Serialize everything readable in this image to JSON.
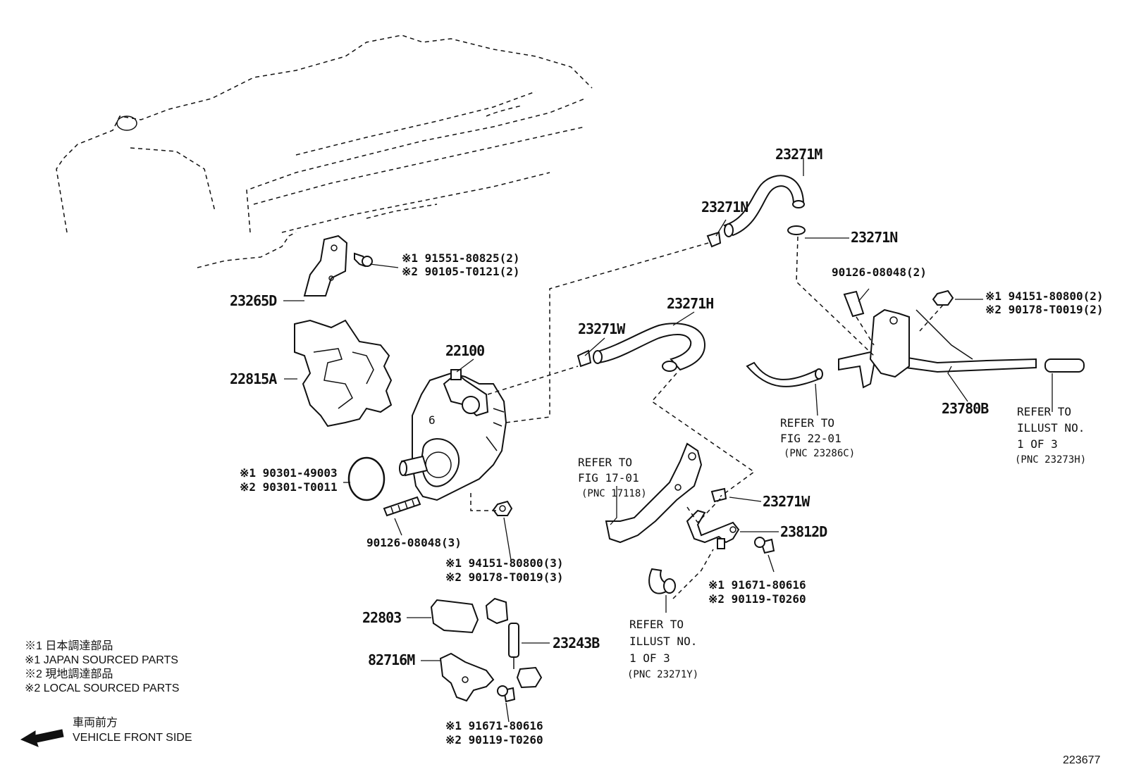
{
  "labels": {
    "p23271M": "23271M",
    "p23271N_a": "23271N",
    "p23271N_b": "23271N",
    "p23271H": "23271H",
    "p23271W_a": "23271W",
    "p23271W_b": "23271W",
    "p23265D": "23265D",
    "p22815A": "22815A",
    "p22100": "22100",
    "p23780B": "23780B",
    "p23812D": "23812D",
    "p22803": "22803",
    "p23243B": "23243B",
    "p82716M": "82716M",
    "p90126_08048_2": "90126-08048(2)",
    "p90126_08048_3": "90126-08048(3)"
  },
  "alt_parts": {
    "bolt_a_1": "※1 91551-80825(2)",
    "bolt_a_2": "※2 90105-T0121(2)",
    "nut_r_1": "※1 94151-80800(2)",
    "nut_r_2": "※2 90178-T0019(2)",
    "oring_1": "※1 90301-49003",
    "oring_2": "※2 90301-T0011",
    "nut_c_1": "※1 94151-80800(3)",
    "nut_c_2": "※2 90178-T0019(3)",
    "bolt_m_1": "※1 91671-80616",
    "bolt_m_2": "※2 90119-T0260",
    "bolt_b_1": "※1 91671-80616",
    "bolt_b_2": "※2 90119-T0260"
  },
  "refs": {
    "fig22": [
      "REFER TO",
      "FIG 22-01",
      "(PNC 23286C)"
    ],
    "illust_r": [
      "REFER TO",
      "ILLUST NO.",
      "1 OF 3",
      "(PNC 23273H)"
    ],
    "fig17": [
      "REFER TO",
      "FIG 17-01",
      "(PNC 17118)"
    ],
    "illust_b": [
      "REFER TO",
      "ILLUST NO.",
      "1 OF 3",
      "(PNC 23271Y)"
    ]
  },
  "legend": {
    "line1": "※1  日本調達部品",
    "line2": "※1  JAPAN SOURCED PARTS",
    "line3": "※2  現地調達部品",
    "line4": "※2  LOCAL SOURCED PARTS",
    "front_jp": "車両前方",
    "front_en": "VEHICLE FRONT SIDE"
  },
  "figure_number": "223677"
}
